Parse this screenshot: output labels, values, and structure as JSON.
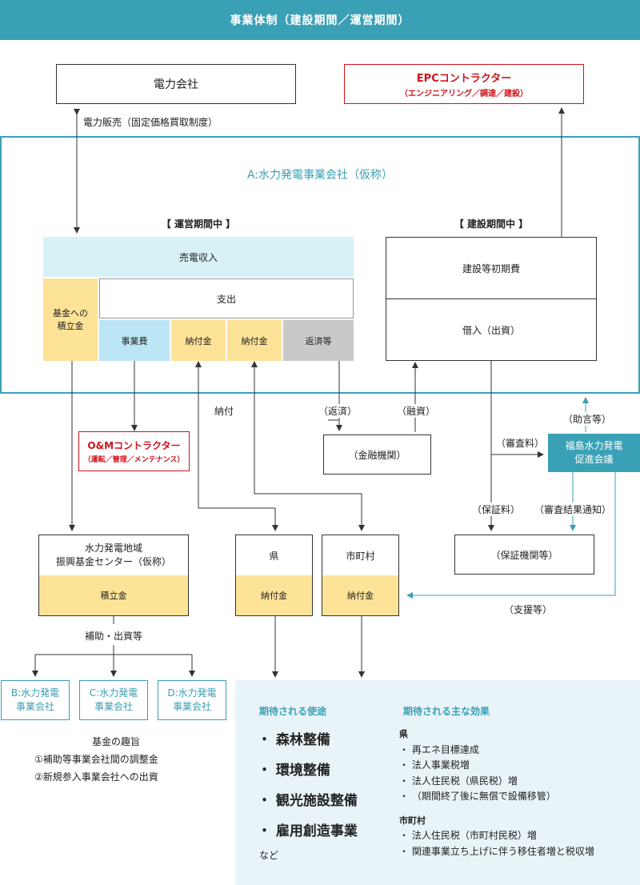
{
  "header": {
    "title": "事業体制（建設期間／運営期間）"
  },
  "top": {
    "power_company": "電力会社",
    "epc_title": "EPCコントラクター",
    "epc_sub": "（エンジニアリング／調達／建設）",
    "sales_label": "電力販売（固定価格買取制度）"
  },
  "company": {
    "title": "A:水力発電事業会社（仮称）",
    "operation_heading": "【 運営期間中 】",
    "construction_heading": "【 建設期間中 】",
    "revenue": "売電収入",
    "fund_reserve_1": "基金への",
    "fund_reserve_2": "積立金",
    "expenditure": "支出",
    "business_cost": "事業費",
    "payment_1": "納付金",
    "payment_2": "納付金",
    "repayment": "返済等",
    "initial_cost": "建設等初期費",
    "borrowing": "借入（出資）"
  },
  "flows": {
    "nofu": "納付",
    "hensai": "（返済）",
    "yushi": "（融資）",
    "shinsaryo": "（審査料）",
    "jogen": "（助言等）",
    "hoshoryo": "（保証料）",
    "shinsa_kekka": "（審査結果通知）",
    "shien": "（支援等）",
    "hojo": "補助・出資等"
  },
  "om": {
    "title": "O&Mコントラクター",
    "sub": "（運転／管理／メンテナンス）"
  },
  "financial": "（金融機関）",
  "council": {
    "line1": "福島水力発電",
    "line2": "促進会議"
  },
  "guarantee": "（保証機関等）",
  "fund_center": {
    "line1": "水力発電地域",
    "line2": "振興基金センター（仮称）",
    "reserve": "積立金"
  },
  "prefecture": {
    "name": "県",
    "payment": "納付金"
  },
  "municipality": {
    "name": "市町村",
    "payment": "納付金"
  },
  "subsidiaries": [
    {
      "line1": "B:水力発電",
      "line2": "事業会社"
    },
    {
      "line1": "C:水力発電",
      "line2": "事業会社"
    },
    {
      "line1": "D:水力発電",
      "line2": "事業会社"
    }
  ],
  "fund_purpose": {
    "title": "基金の趣旨",
    "items": [
      "①補助等事業会社間の調整金",
      "②新規参入事業会社への出資"
    ]
  },
  "usage": {
    "title": "期待される使途",
    "items": [
      "森林整備",
      "環境整備",
      "観光施設整備",
      "雇用創造事業"
    ],
    "etc": "など"
  },
  "effects": {
    "title": "期待される主な効果",
    "pref_label": "県",
    "pref_items": [
      "再エネ目標達成",
      "法人事業税増",
      "法人住民税（県民税）増",
      "（期間終了後に無償で設備移管）"
    ],
    "muni_label": "市町村",
    "muni_items": [
      "法人住民税（市町村民税）増",
      "関連事業立ち上げに伴う移住者増と税収増"
    ]
  },
  "colors": {
    "teal": "#3aa0b5",
    "light_blue": "#d8f1f6",
    "yellow": "#fde397",
    "sky": "#bce6f5",
    "gray": "#c9c9c9",
    "red": "#d0121b",
    "panel": "#e9f4f8"
  }
}
